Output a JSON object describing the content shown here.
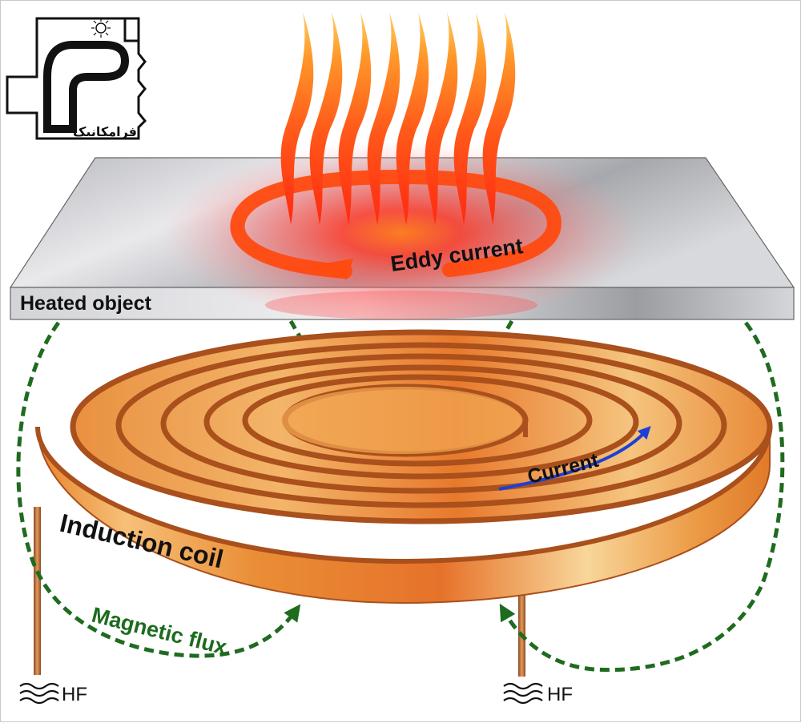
{
  "labels": {
    "heated_object": "Heated object",
    "eddy_current": "Eddy current",
    "induction_coil": "Induction coil",
    "current": "Current",
    "magnetic_flux": "Magnetic flux",
    "hf_left": "HF",
    "hf_right": "HF"
  },
  "logo": {
    "text": "فرامکانیک"
  },
  "colors": {
    "plate": "#c8c9ce",
    "coil": "#e8852e",
    "coil_dark": "#a9501c",
    "flux": "#1f6b1f",
    "current_arrow": "#1e3fd6",
    "heat": "#ff3a1a"
  },
  "icons": {
    "hf_left": "wave-icon",
    "hf_right": "wave-icon",
    "logo": "gear-logo-icon"
  }
}
